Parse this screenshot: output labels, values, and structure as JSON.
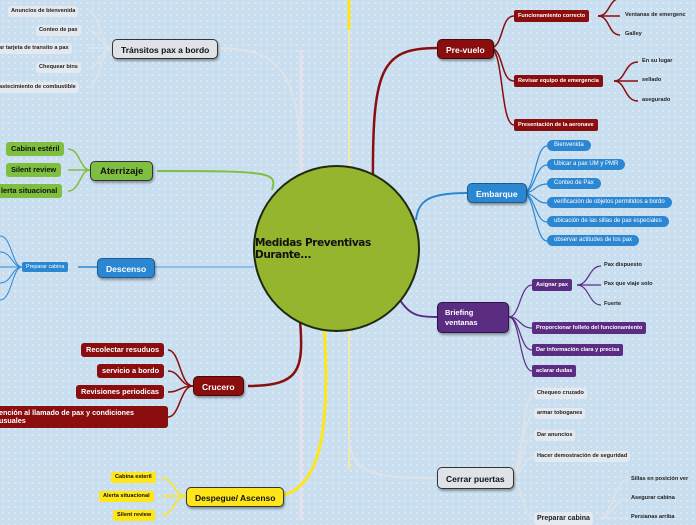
{
  "central_topic": "Medidas Preventivas Durante...",
  "colors": {
    "background": "#c9dff0",
    "center": "#96b52e",
    "red": "#8b0e0e",
    "blue": "#2c87d2",
    "purple": "#5a2c82",
    "green": "#7fbf3f",
    "yellow": "#ffe619",
    "gray": "#dfe3e8"
  },
  "transitos": {
    "label": "Tránsitos pax a bordo",
    "items": [
      "Anuncios de bienvenida",
      "Conteo de pax",
      "ar tarjeta de transito a pax",
      "Chequear bins",
      "astecimiento de combustible"
    ]
  },
  "aterrizaje": {
    "label": "Aterrizaje",
    "items": [
      "Cabina estéril",
      "Silent review",
      "lerta situacional"
    ]
  },
  "descenso": {
    "label": "Descenso",
    "child": "Preparar cabina"
  },
  "crucero": {
    "label": "Crucero",
    "items": [
      "Recolectar resuduos",
      "servicio a bordo",
      "Revisiones periodicas"
    ],
    "attention_line1": "ención al llamado de pax y condiciones",
    "attention_line2": "usuales"
  },
  "despegue": {
    "label": "Despegue/ Ascenso",
    "items": [
      "Cabina esteril",
      "Alerta situacional",
      "Silent review"
    ]
  },
  "prevuelo": {
    "label": "Pre-vuelo",
    "funcionamiento": {
      "label": "Funcionamiento correcto",
      "children": [
        "Ventanas de emergenc",
        "Galley"
      ]
    },
    "revisar": {
      "label": "Revisar equipo de emergencia",
      "children": [
        "En su lugar",
        "sellado",
        "asegurado"
      ]
    },
    "presentacion": "Presentación de la aeronave"
  },
  "embarque": {
    "label": "Embarque",
    "items": [
      "Bienvenida",
      "Ubicar a pax UM y PMR",
      "Conteo de Pax",
      "verificación de objetos permitidos a bordo",
      "ubicación de las sillas de pax especiales",
      "observar actitudes de los pax"
    ]
  },
  "briefing": {
    "label_line1": "Briefing",
    "label_line2": "ventanas",
    "asignar": {
      "label": "Asignar pax",
      "children": [
        "Pax dispuesto",
        "Pax que viaje solo",
        "Fuerte"
      ]
    },
    "items": [
      "Proporcionar folleto del funcionamiento",
      "Dar información clara y precisa",
      "aclarar dudas"
    ]
  },
  "cerrar": {
    "label": "Cerrar puertas",
    "items": [
      "Chequeo cruzado",
      "armar toboganes",
      "Dar anuncios",
      "Hacer demostración de seguridad"
    ],
    "preparar": {
      "label": "Preparar cabina",
      "children": [
        "Sillas en posición ver",
        "Asegurar cabina",
        "Persianas arriba"
      ]
    }
  }
}
